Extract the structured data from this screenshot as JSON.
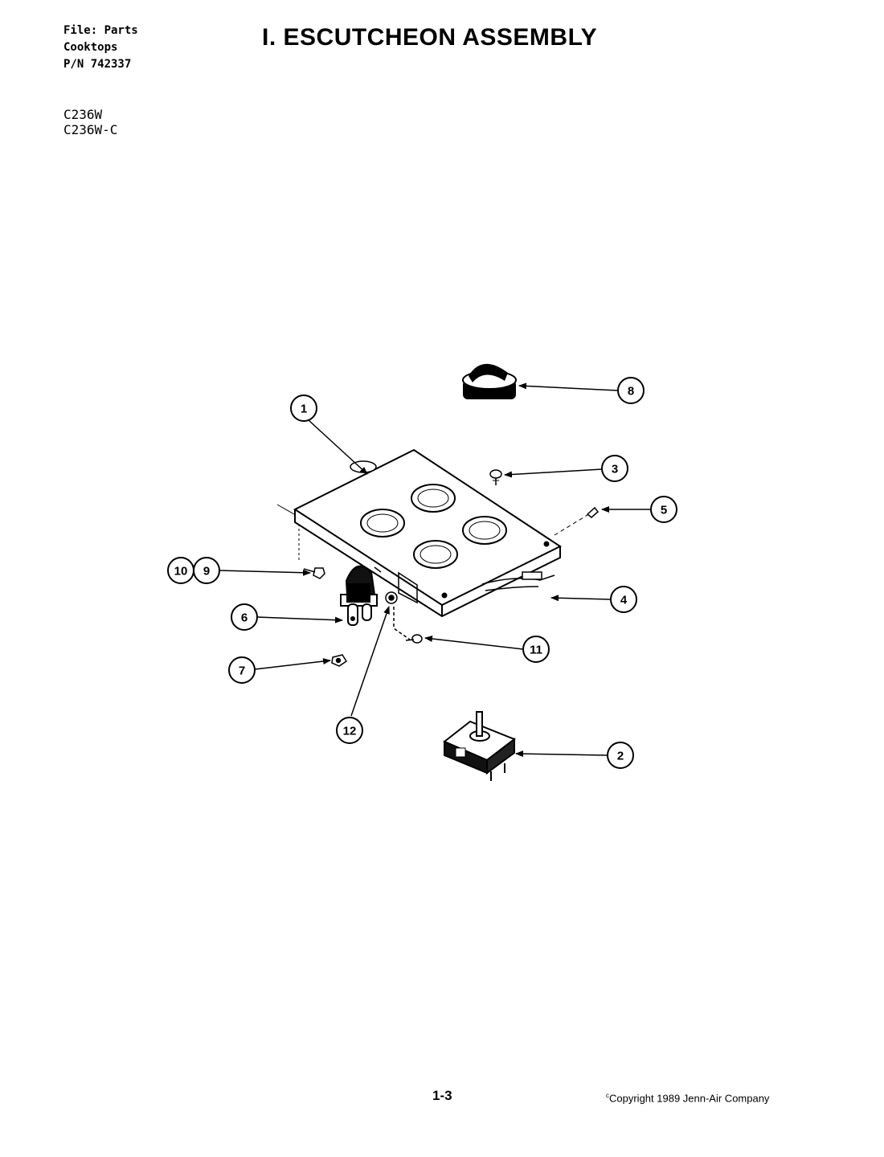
{
  "header": {
    "file_lines": [
      "File: Parts",
      "Cooktops",
      "P/N 742337"
    ],
    "models": [
      "C236W",
      "C236W-C"
    ],
    "title": "I. ESCUTCHEON ASSEMBLY"
  },
  "callouts": [
    {
      "id": "1",
      "label": "1"
    },
    {
      "id": "2",
      "label": "2"
    },
    {
      "id": "3",
      "label": "3"
    },
    {
      "id": "4",
      "label": "4"
    },
    {
      "id": "5",
      "label": "5"
    },
    {
      "id": "6",
      "label": "6"
    },
    {
      "id": "7",
      "label": "7"
    },
    {
      "id": "8",
      "label": "8"
    },
    {
      "id": "9",
      "label": "9"
    },
    {
      "id": "10",
      "label": "10"
    },
    {
      "id": "11",
      "label": "11"
    },
    {
      "id": "12",
      "label": "12"
    }
  ],
  "footer": {
    "page_number": "1-3",
    "copyright_symbol": "c",
    "copyright": "Copyright 1989 Jenn-Air Company"
  }
}
